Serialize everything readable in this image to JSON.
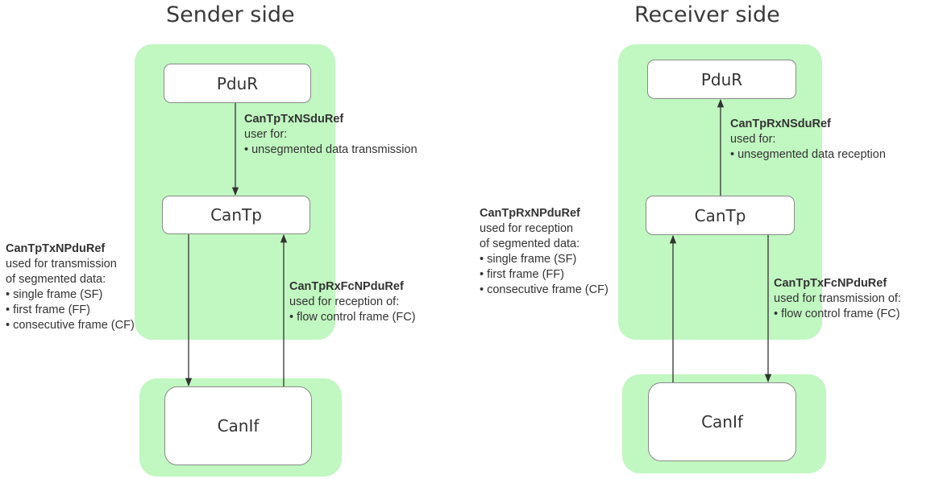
{
  "sender": {
    "title": "Sender side",
    "boxes": {
      "pdur": "PduR",
      "cantp": "CanTp",
      "canif": "CanIf"
    },
    "annotations": {
      "tx_nsdu": {
        "ref": "CanTpTxNSduRef",
        "lines": [
          "user for:",
          "• unsegmented data transmission"
        ]
      },
      "tx_npdu": {
        "ref": "CanTpTxNPduRef",
        "lines": [
          "used for transmission",
          "of segmented data:",
          "• single frame (SF)",
          "• first frame (FF)",
          "• consecutive frame (CF)"
        ]
      },
      "rx_fc_npdu": {
        "ref": "CanTpRxFcNPduRef",
        "lines": [
          "used for reception of:",
          "• flow control frame (FC)"
        ]
      }
    }
  },
  "receiver": {
    "title": "Receiver side",
    "boxes": {
      "pdur": "PduR",
      "cantp": "CanTp",
      "canif": "CanIf"
    },
    "annotations": {
      "rx_nsdu": {
        "ref": "CanTpRxNSduRef",
        "lines": [
          "used for:",
          "• unsegmented data reception"
        ]
      },
      "rx_npdu": {
        "ref": "CanTpRxNPduRef",
        "lines": [
          "used for reception",
          "of segmented data:",
          "• single frame (SF)",
          "• first frame (FF)",
          "• consecutive frame (CF)"
        ]
      },
      "tx_fc_npdu": {
        "ref": "CanTpTxFcNPduRef",
        "lines": [
          "used for transmission of:",
          "• flow control frame (FC)"
        ]
      }
    }
  },
  "colors": {
    "region": "#c1f7c1",
    "arrow": "#333333",
    "text": "#333333"
  }
}
